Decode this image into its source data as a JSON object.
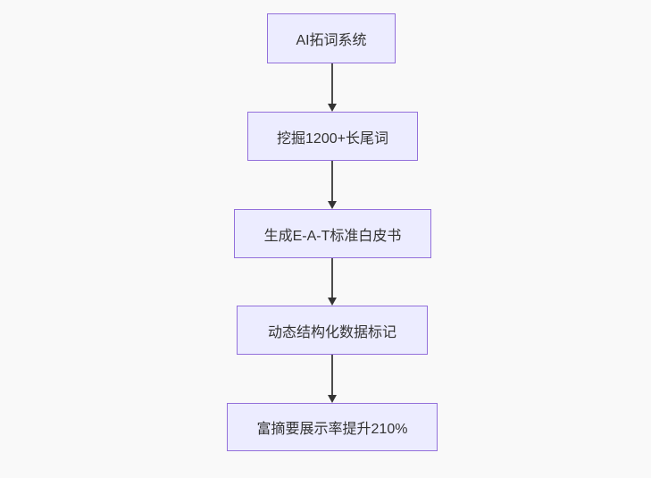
{
  "diagram": {
    "type": "flowchart",
    "direction": "top-down",
    "nodes": [
      {
        "id": "n1",
        "label": "AI拓词系统"
      },
      {
        "id": "n2",
        "label": "挖掘1200+长尾词"
      },
      {
        "id": "n3",
        "label": "生成E-A-T标准白皮书"
      },
      {
        "id": "n4",
        "label": "动态结构化数据标记"
      },
      {
        "id": "n5",
        "label": "富摘要展示率提升210%"
      }
    ],
    "edges": [
      {
        "from": "n1",
        "to": "n2",
        "arrow": "down"
      },
      {
        "from": "n2",
        "to": "n3",
        "arrow": "down"
      },
      {
        "from": "n3",
        "to": "n4",
        "arrow": "down"
      },
      {
        "from": "n4",
        "to": "n5",
        "arrow": "down"
      }
    ],
    "colors": {
      "node_fill": "#ECECFF",
      "node_border": "#9370DB",
      "node_text": "#333333",
      "edge_line": "#4d4d4d",
      "arrowhead": "#333333",
      "background": "#f9f9f9"
    }
  }
}
